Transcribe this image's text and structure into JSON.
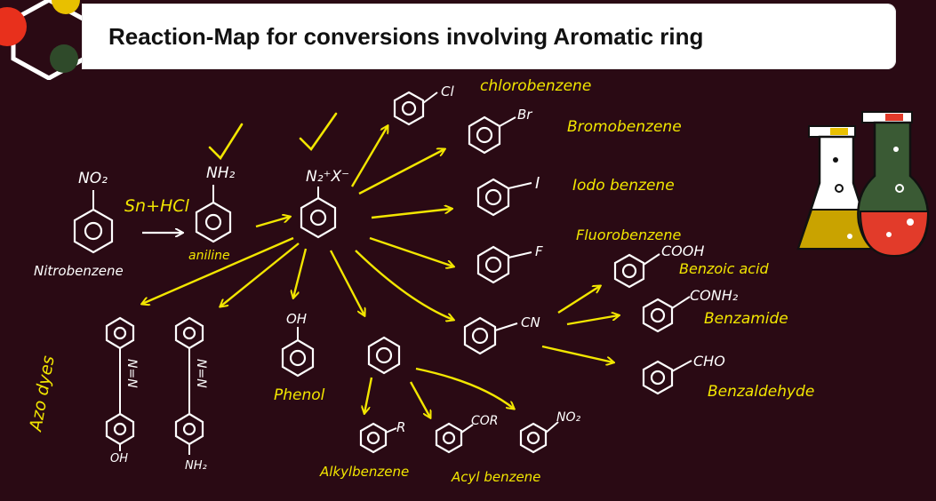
{
  "title": "Reaction-Map for conversions involving Aromatic ring",
  "colors": {
    "background": "#2a0a14",
    "chalk": "#ffffff",
    "highlight": "#f2e600",
    "flask_liquid_left": "#c9a300",
    "flask_liquid_right": "#e23b2a"
  },
  "labels": {
    "no2": "NO₂",
    "nitrobenzene": "Nitrobenzene",
    "reagent": "Sn+HCl",
    "nh2": "NH₂",
    "aniline": "aniline",
    "diazonium": "N₂⁺X⁻",
    "cl": "Cl",
    "chlorobenzene": "chlorobenzene",
    "br": "Br",
    "bromobenzene": "Bromobenzene",
    "i": "I",
    "iodobenzene": "Iodo benzene",
    "f": "F",
    "fluorobenzene": "Fluorobenzene",
    "cn": "CN",
    "cooh": "COOH",
    "benzoic_acid": "Benzoic acid",
    "conh2": "CONH₂",
    "benzamide": "Benzamide",
    "cho": "CHO",
    "benzaldehyde": "Benzaldehyde",
    "oh": "OH",
    "phenol": "Phenol",
    "r": "R",
    "alkylbenzene": "Alkylbenzene",
    "cor": "COR",
    "acylbenzene": "Acyl benzene",
    "no2_right": "NO₂",
    "azo_dyes": "Azo dyes",
    "azo_n_n": "N=N",
    "azo_oh": "OH",
    "azo_nh2": "NH₂"
  },
  "icons": [
    "logo-hexagon-icon",
    "conical-flask-icon",
    "round-flask-icon",
    "check-mark-icon"
  ]
}
